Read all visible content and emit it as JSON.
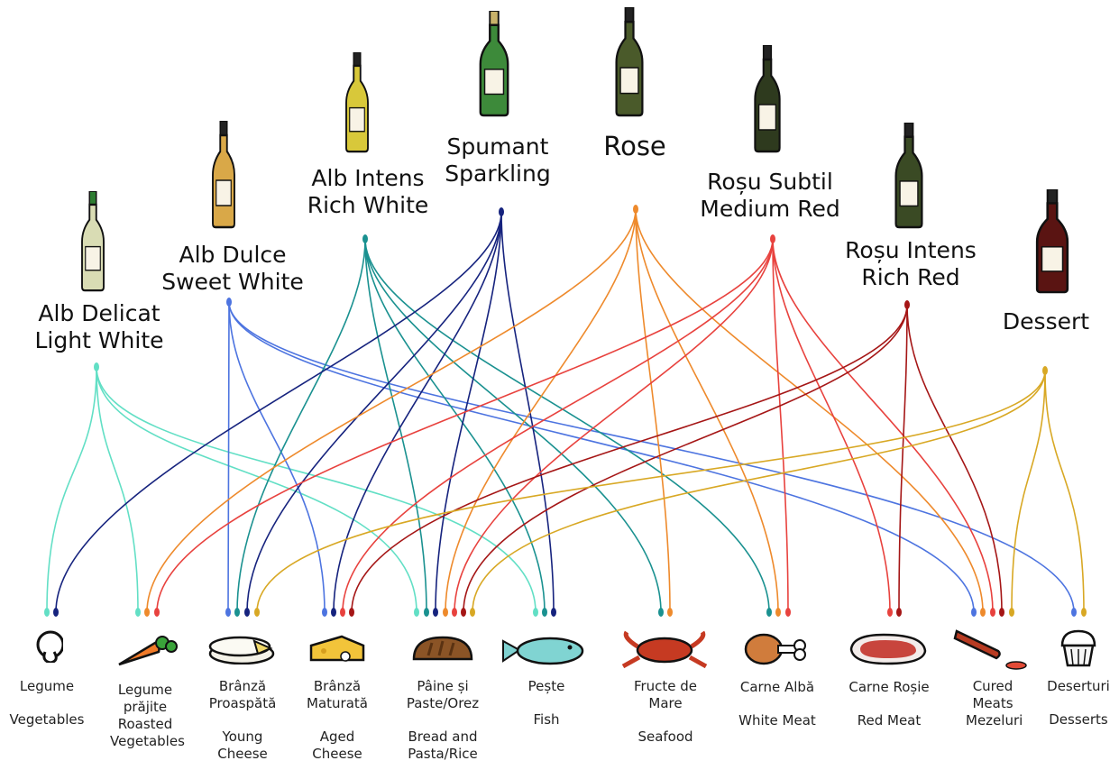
{
  "wines": [
    {
      "id": "light-white",
      "line1": "Alb Delicat",
      "line2": "Light White",
      "color": "#62dfc5",
      "glass": "#d9dcb4",
      "cap": "#2e7d32"
    },
    {
      "id": "sweet-white",
      "line1": "Alb Dulce",
      "line2": "Sweet White",
      "color": "#4d74e0",
      "glass": "#d9a848",
      "cap": "#222222"
    },
    {
      "id": "rich-white",
      "line1": "Alb Intens",
      "line2": "Rich White",
      "color": "#1a9190",
      "glass": "#d8c83a",
      "cap": "#222222"
    },
    {
      "id": "sparkling",
      "line1": "Spumant",
      "line2": "Sparkling",
      "color": "#16237e",
      "glass": "#3d8a3a",
      "cap": "#c8b26a"
    },
    {
      "id": "rose",
      "line1": "Rose",
      "line2": "",
      "color": "#ee8a2c",
      "glass": "#4a5a2a",
      "cap": "#222222"
    },
    {
      "id": "medium-red",
      "line1": "Roșu Subtil",
      "line2": "Medium Red",
      "color": "#e8423e",
      "glass": "#2e3a1e",
      "cap": "#222222"
    },
    {
      "id": "rich-red",
      "line1": "Roșu Intens",
      "line2": "Rich Red",
      "color": "#a51616",
      "glass": "#3a4a24",
      "cap": "#222222"
    },
    {
      "id": "dessert",
      "line1": "Dessert",
      "line2": "",
      "color": "#d8a824",
      "glass": "#5a1412",
      "cap": "#222222"
    }
  ],
  "foods": [
    {
      "id": "vegetables",
      "ro": "Legume",
      "en": "Vegetables",
      "icon": "mushroom-icon"
    },
    {
      "id": "roasted-veg",
      "ro": "Legume prăjite",
      "en": "Roasted Vegetables",
      "icon": "carrot-icon"
    },
    {
      "id": "young-cheese",
      "ro": "Brânză Proaspătă",
      "en": "Young Cheese",
      "icon": "brie-cheese-icon"
    },
    {
      "id": "aged-cheese",
      "ro": "Brânză Maturată",
      "en": "Aged Cheese",
      "icon": "cheddar-cheese-icon"
    },
    {
      "id": "bread",
      "ro": "Pâine și Paste/Orez",
      "en": "Bread and Pasta/Rice",
      "icon": "bread-icon"
    },
    {
      "id": "fish",
      "ro": "Pește",
      "en": "Fish",
      "icon": "fish-icon"
    },
    {
      "id": "seafood",
      "ro": "Fructe de Mare",
      "en": "Seafood",
      "icon": "crab-icon"
    },
    {
      "id": "white-meat",
      "ro": "Carne Albă",
      "en": "White Meat",
      "icon": "chicken-leg-icon"
    },
    {
      "id": "red-meat",
      "ro": "Carne Roșie",
      "en": "Red Meat",
      "icon": "steak-icon"
    },
    {
      "id": "cured-meats",
      "ro": "Cured Meats",
      "en": "Mezeluri",
      "icon": "salami-icon"
    },
    {
      "id": "desserts",
      "ro": "Deserturi",
      "en": "Desserts",
      "icon": "cupcake-icon"
    }
  ],
  "pairings": {
    "light-white": [
      "vegetables",
      "roasted-veg",
      "bread",
      "fish"
    ],
    "sweet-white": [
      "young-cheese",
      "aged-cheese",
      "cured-meats",
      "desserts"
    ],
    "rich-white": [
      "young-cheese",
      "bread",
      "fish",
      "seafood",
      "white-meat"
    ],
    "sparkling": [
      "vegetables",
      "young-cheese",
      "aged-cheese",
      "bread",
      "fish"
    ],
    "rose": [
      "roasted-veg",
      "bread",
      "seafood",
      "white-meat",
      "cured-meats"
    ],
    "medium-red": [
      "roasted-veg",
      "aged-cheese",
      "bread",
      "white-meat",
      "red-meat",
      "cured-meats"
    ],
    "rich-red": [
      "aged-cheese",
      "bread",
      "red-meat",
      "cured-meats"
    ],
    "dessert": [
      "young-cheese",
      "bread",
      "cured-meats",
      "desserts"
    ]
  }
}
